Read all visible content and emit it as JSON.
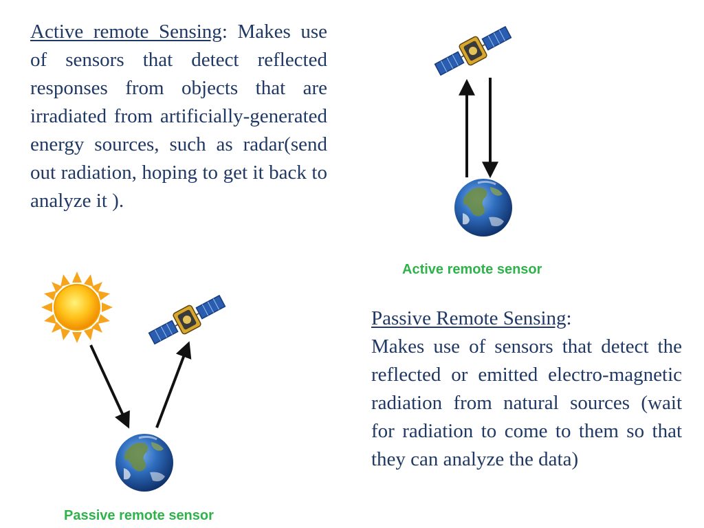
{
  "active": {
    "term": "Active remote Sensing",
    "separator": ":",
    "description": " Makes use of sensors that detect reflected responses from objects that are irradiated from artificially-generated energy sources, such as radar(send out radiation, hoping to get it back to analyze it ).",
    "caption": "Active remote sensor"
  },
  "passive": {
    "term": "Passive Remote Sensing",
    "separator": ":",
    "description": "Makes use of sensors that detect the reflected or emitted electro-magnetic radiation from natural sources (wait for radiation to come to them so that they can analyze the data)",
    "caption": "Passive remote sensor"
  },
  "colors": {
    "text": "#1f3864",
    "caption": "#2eb34a",
    "arrow": "#111111",
    "sun": "#f7a41d",
    "earth_ocean": "#1d4f9c",
    "earth_land": "#6f8d3e",
    "panel": "#2a5db0"
  },
  "icons": [
    "satellite-icon",
    "earth-icon",
    "sun-icon"
  ]
}
